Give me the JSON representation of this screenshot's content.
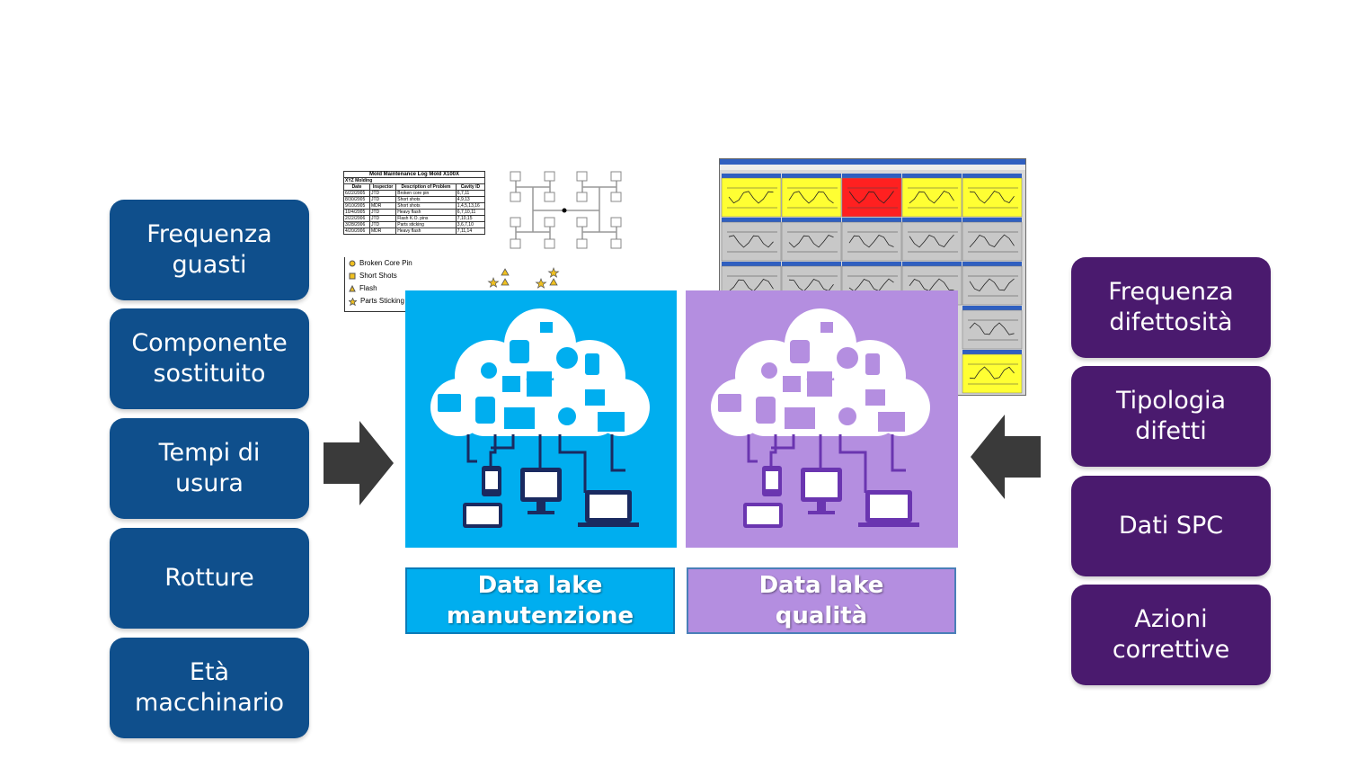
{
  "left_items": [
    {
      "label": "Frequenza\nguasti"
    },
    {
      "label": "Componente\nsostituito"
    },
    {
      "label": "Tempi di\nusura"
    },
    {
      "label": "Rotture"
    },
    {
      "label": "Età\nmacchinario"
    }
  ],
  "right_items": [
    {
      "label": "Frequenza\ndifettosità"
    },
    {
      "label": "Tipologia\ndifetti"
    },
    {
      "label": "Dati SPC"
    },
    {
      "label": "Azioni\ncorrettive"
    }
  ],
  "data_lakes": {
    "maintenance": {
      "label": "Data lake\nmanutenzione",
      "color": "#00aeef"
    },
    "quality": {
      "label": "Data lake\nqualità",
      "color": "#b48ee0"
    }
  },
  "maintenance_log": {
    "title": "Mold Maintenance Log Mold X100X",
    "company": "XYZ Molding",
    "headers": [
      "Date",
      "Inspector",
      "Description of Problem",
      "Cavity ID"
    ],
    "rows": [
      [
        "6/22/2005",
        "JTD",
        "Broken core pin",
        "6,7,11"
      ],
      [
        "8/30/2005",
        "JTD",
        "Short shots",
        "4,9,13"
      ],
      [
        "9/10/2005",
        "MDR",
        "Short shots",
        "1,4,5,13,16"
      ],
      [
        "10/4/2005",
        "JTD",
        "Heavy flash",
        "6,7,10,11"
      ],
      [
        "2/22/2006",
        "JTD",
        "Flash K.O. pins",
        "7,10,15"
      ],
      [
        "3/28/2006",
        "JTD",
        "Parts sticking",
        "3,6,7,10"
      ],
      [
        "4/20/2006",
        "MDR",
        "Heavy flash",
        "7,11,14"
      ]
    ]
  },
  "legend": {
    "items": [
      {
        "label": "Broken Core Pin",
        "icon": "circle-icon"
      },
      {
        "label": "Short Shots",
        "icon": "square-icon"
      },
      {
        "label": "Flash",
        "icon": "triangle-icon"
      },
      {
        "label": "Parts Sticking",
        "icon": "star-icon"
      }
    ]
  },
  "colors": {
    "left_box": "#0f4f8c",
    "right_box": "#4a1a6e",
    "arrow": "#3a3a3a"
  }
}
